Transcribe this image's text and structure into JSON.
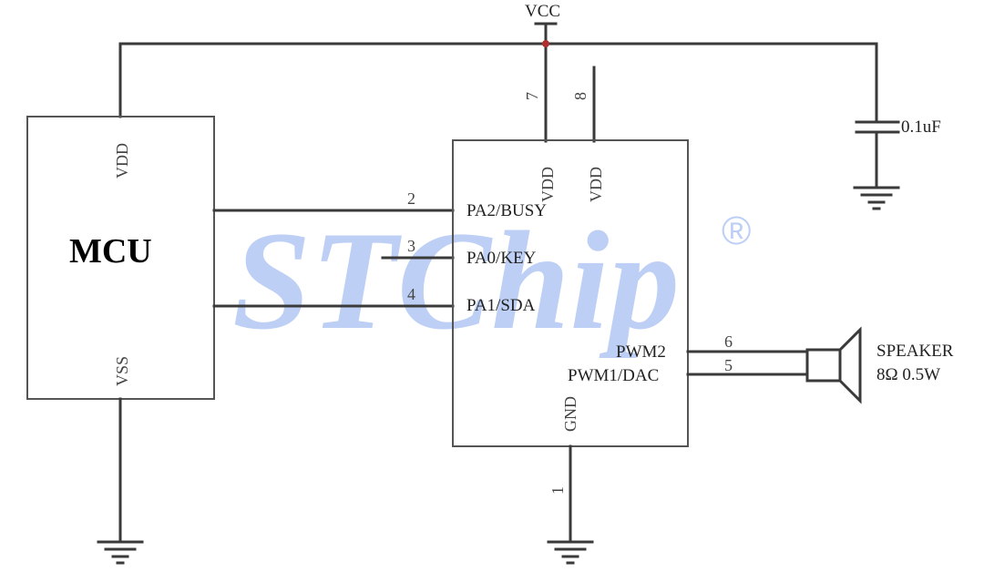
{
  "watermark": {
    "text": "STChip",
    "registered": "®"
  },
  "mcu": {
    "label": "MCU",
    "vdd": "VDD",
    "vss": "VSS"
  },
  "chip": {
    "vdd_a": "VDD",
    "vdd_b": "VDD",
    "pa2": "PA2/BUSY",
    "pa0": "PA0/KEY",
    "pa1": "PA1/SDA",
    "pwm2": "PWM2",
    "pwm1": "PWM1/DAC",
    "gnd": "GND"
  },
  "pins": {
    "p7": "7",
    "p8": "8",
    "p2": "2",
    "p3": "3",
    "p4": "4",
    "p6": "6",
    "p5": "5",
    "p1": "1"
  },
  "supply": {
    "vcc": "VCC"
  },
  "capacitor": {
    "value": "0.1uF"
  },
  "speaker": {
    "name": "SPEAKER",
    "spec": "8Ω 0.5W"
  },
  "colors": {
    "wire": "#3a3a3a",
    "junction": "#b03030",
    "watermark": "#a9bff2"
  }
}
